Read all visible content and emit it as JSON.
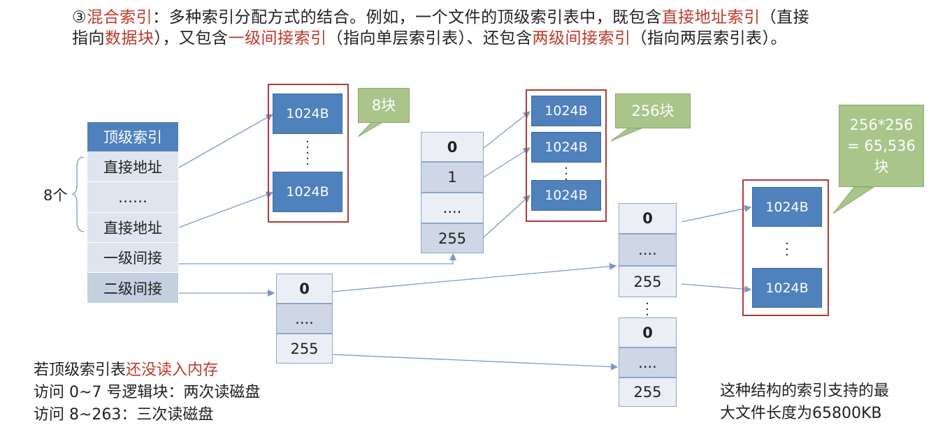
{
  "intro": {
    "line1": [
      {
        "t": "③",
        "red": false
      },
      {
        "t": "混合索引",
        "red": true
      },
      {
        "t": "：多种索引分配方式的结合。例如，一个文件的顶级索引表中，既包含",
        "red": false
      },
      {
        "t": "直接地址索引",
        "red": true
      },
      {
        "t": "（直接",
        "red": false
      }
    ],
    "line2": [
      {
        "t": "指向",
        "red": false
      },
      {
        "t": "数据块",
        "red": true
      },
      {
        "t": "），又包含",
        "red": false
      },
      {
        "t": "一级间接索引",
        "red": true
      },
      {
        "t": "（指向单层索引表）、还包含",
        "red": false
      },
      {
        "t": "两级间接索引",
        "red": true
      },
      {
        "t": "（指向两层索引表）。",
        "red": false
      }
    ]
  },
  "top_index": {
    "header": "顶级索引",
    "rows": [
      "直接地址",
      "……",
      "直接地址",
      "一级间接",
      "二级间接"
    ],
    "brace_label": "8个"
  },
  "block_label": "1024B",
  "callouts": {
    "direct": "8块",
    "single": "256块",
    "double": "256*256 = 65,536 块"
  },
  "index_tables": {
    "single": [
      "0",
      "1",
      "....",
      "255"
    ],
    "double_l1": [
      "0",
      "....",
      "255"
    ],
    "double_l2a": [
      "0",
      "....",
      "255"
    ],
    "double_l2b": [
      "0",
      "....",
      "255"
    ]
  },
  "notes": {
    "left_line1_prefix": "若顶级索引表",
    "left_line1_red": "还没读入内存",
    "left_line2": "访问 0~7 号逻辑块：两次读磁盘",
    "left_line3": "访问 8~263：三次读磁盘",
    "right_line1": "这种结构的索引支持的最",
    "right_line2": "大文件长度为65800KB"
  },
  "colors": {
    "accent_red": "#c0392b",
    "block_blue": "#4f81bd",
    "callout_green": "#a9c58a"
  }
}
